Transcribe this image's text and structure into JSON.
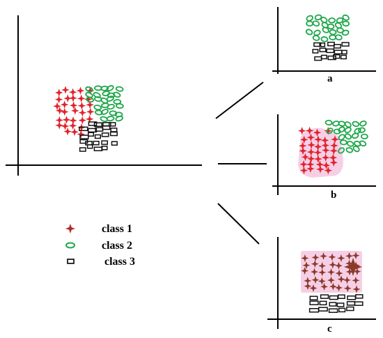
{
  "legend": {
    "class1": "class 1",
    "class2": "class 2",
    "class3": "class 3"
  },
  "panels": {
    "a": "a",
    "b": "b",
    "c": "c"
  },
  "colors": {
    "class1": "#e0232b",
    "class1_dark": "#8b3a2a",
    "class2": "#1ea64a",
    "class3": "#111111",
    "highlight": "#f6cfe6"
  }
}
